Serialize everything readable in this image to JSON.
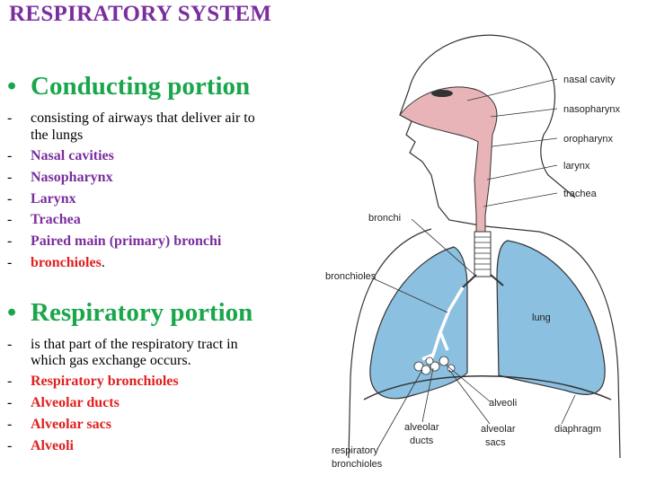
{
  "title": "RESPIRATORY SYSTEM",
  "conducting": {
    "heading": "Conducting portion",
    "description_line1": "consisting of airways that deliver air to",
    "description_line2": "the lungs",
    "items": [
      "Nasal cavities",
      "Nasopharynx",
      "Larynx",
      "Trachea",
      "Paired main (primary) bronchi"
    ],
    "last_item": "bronchioles",
    "last_item_suffix": "."
  },
  "respiratory": {
    "heading": "Respiratory portion",
    "description_line1": "is that part of the respiratory tract in",
    "description_line2": "which gas exchange occurs.",
    "items": [
      "Respiratory bronchioles",
      "Alveolar ducts",
      "Alveolar sacs",
      "Alveoli"
    ]
  },
  "diagram": {
    "labels": {
      "nasal_cavity": "nasal cavity",
      "nasopharynx": "nasopharynx",
      "oropharynx": "oropharynx",
      "larynx": "larynx",
      "trachea": "trachea",
      "bronchi": "bronchi",
      "bronchioles": "bronchioles",
      "lung": "lung",
      "alveoli": "alveoli",
      "alveolar_ducts_1": "alveolar",
      "alveolar_ducts_2": "ducts",
      "alveolar_sacs_1": "alveolar",
      "alveolar_sacs_2": "sacs",
      "diaphragm": "diaphragm",
      "resp_bronchioles_1": "respiratory",
      "resp_bronchioles_2": "bronchioles"
    },
    "colors": {
      "airway": "#e8b4b8",
      "lung": "#8cc0e0",
      "outline": "#333333"
    }
  }
}
